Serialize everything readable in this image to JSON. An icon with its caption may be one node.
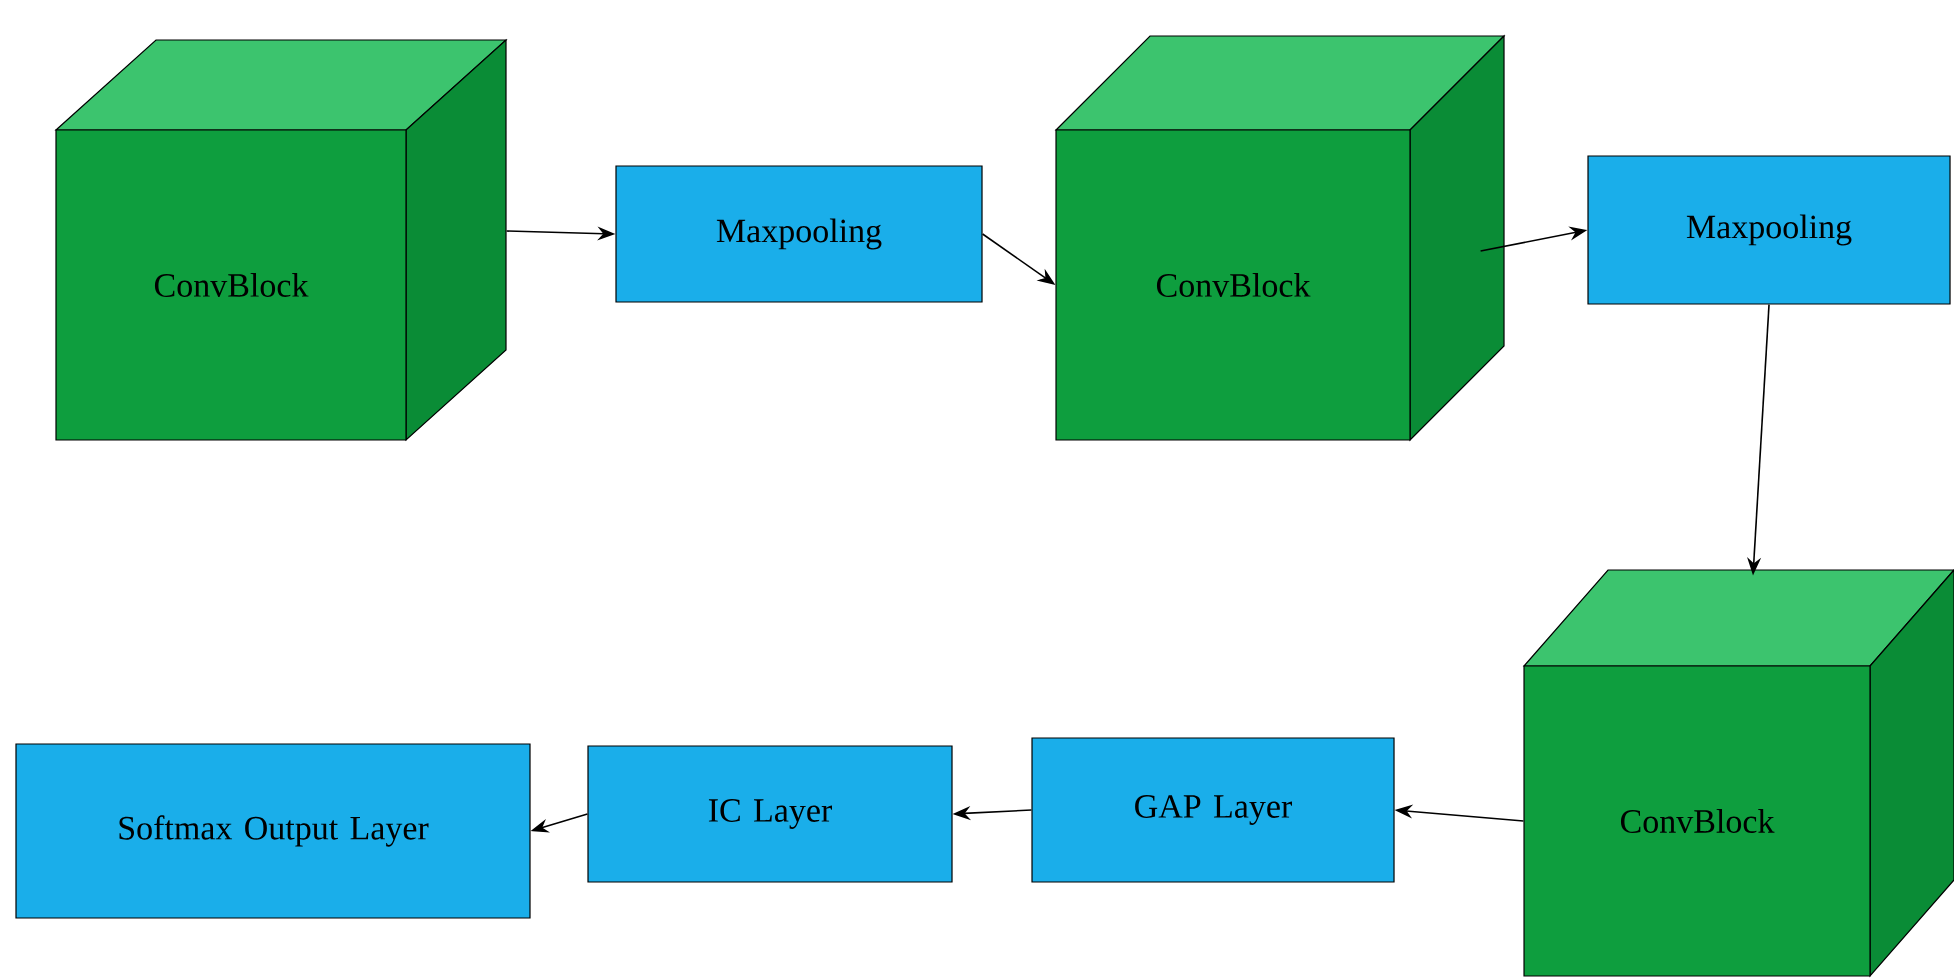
{
  "diagram": {
    "nodes": [
      {
        "text": [
          "ConvBlock"
        ]
      },
      {
        "text": [
          "Maxpooling"
        ]
      },
      {
        "text": [
          "ConvBlock"
        ]
      },
      {
        "text": [
          "Maxpooling"
        ]
      },
      {
        "text": [
          "ConvBlock"
        ]
      },
      {
        "text": [
          "GAP Layer"
        ]
      },
      {
        "text": [
          "IC Layer"
        ]
      },
      {
        "text": [
          "Softmax Output Layer"
        ]
      }
    ],
    "edges": [
      {
        "from": 0,
        "to": 1,
        "arrow": "to"
      },
      {
        "from": 1,
        "to": 2,
        "arrow": "to"
      },
      {
        "from": 2,
        "to": 3,
        "arrow": "to"
      },
      {
        "from": 3,
        "to": 4,
        "arrow": "to"
      },
      {
        "from": 4,
        "to": 5,
        "arrow": "to"
      },
      {
        "from": 5,
        "to": 6,
        "arrow": "to"
      },
      {
        "from": 6,
        "to": 7,
        "arrow": "to"
      }
    ]
  }
}
